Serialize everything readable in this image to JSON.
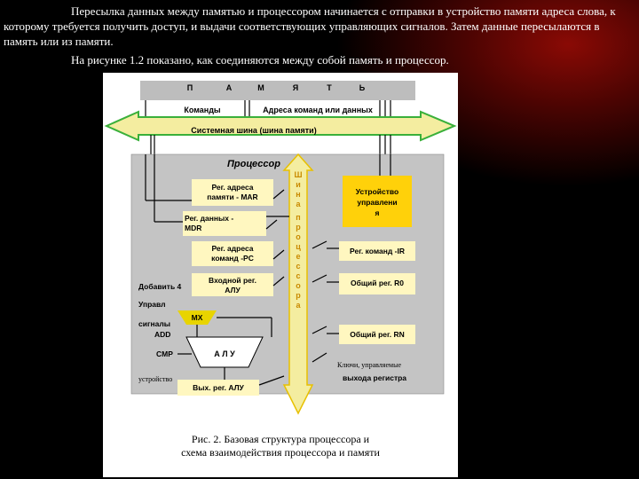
{
  "paragraphs": {
    "p1": "Пересылка данных между памятью и процессором начинается с отправки в устройство памяти адреса слова, к которому требуется получить доступ, и выдачи соответствующих управляющих сигналов. Затем данные пересылаются в память или из памяти.",
    "p2": "На рисунке 1.2 показано, как соединяются между собой память и процессор."
  },
  "diagram": {
    "memory_letters": [
      "П",
      "А",
      "М",
      "Я",
      "Т",
      "Ь"
    ],
    "commands_label": "Команды",
    "addresses_label": "Адреса команд или данных",
    "system_bus_label": "Системная шина (шина памяти)",
    "processor_label": "Процессор",
    "internal_bus_letters": [
      "Ш",
      "и",
      "н",
      "а",
      " ",
      "п",
      "р",
      "о",
      "ц",
      "е",
      "с",
      "с",
      "о",
      "р",
      "а"
    ],
    "mar_line1": "Рег. адреса",
    "mar_line2": "памяти - MAR",
    "mdr_line1": "Рег. данных -",
    "mdr_line2": "MDR",
    "pc_line1": "Рег. адреса",
    "pc_line2": "команд -PC",
    "alu_in_line1": "Входной рег.",
    "alu_in_line2": "АЛУ",
    "add4_label": "Добавить 4",
    "control_unit_line1": "Устройство",
    "control_unit_line2": "управлени",
    "control_unit_line3": "я",
    "ir_label": "Рег. команд -IR",
    "r0_label": "Общий рег. R0",
    "rn_label": "Общий рег. RN",
    "control_label": "Управл",
    "signals_label": "сигналы",
    "add_label": "ADD",
    "cmp_label": "CMP",
    "mux_label": "MX",
    "alu_label": "А Л У",
    "keys_label": "Ключи, управляемые",
    "device_label": "устройство",
    "reg_output_label": "выхода регистра",
    "alu_out_label": "Вых. рег. АЛУ"
  },
  "caption": {
    "line1": "Рис. 2. Базовая структура процессора и",
    "line2": "схема взаимодействия процессора и памяти"
  },
  "colors": {
    "bus_fill": "#f4eda0",
    "memory_fill": "#bdbdbd",
    "processor_fill": "#c4c4c4",
    "control_unit_fill": "#ffd10a",
    "register_fill": "#fff7c0",
    "mux_fill": "#e8d400"
  }
}
